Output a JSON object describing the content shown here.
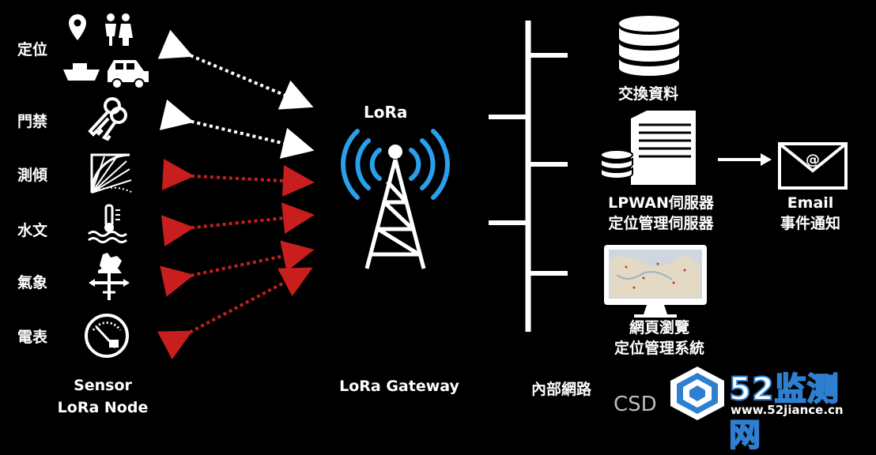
{
  "sensors": [
    {
      "label": "定位",
      "icon": "location-people-vehicles-icon",
      "link": "white"
    },
    {
      "label": "門禁",
      "icon": "keys-icon",
      "link": "white"
    },
    {
      "label": "測傾",
      "icon": "tilt-gauge-icon",
      "link": "red"
    },
    {
      "label": "水文",
      "icon": "water-level-icon",
      "link": "red"
    },
    {
      "label": "氣象",
      "icon": "weather-vane-icon",
      "link": "red"
    },
    {
      "label": "電表",
      "icon": "electric-meter-icon",
      "link": "red"
    }
  ],
  "sensor_caption": {
    "line1": "Sensor",
    "line2": "LoRa Node"
  },
  "gateway": {
    "badge": "LoRa",
    "caption": "LoRa Gateway"
  },
  "network": {
    "caption": "內部網路"
  },
  "servers": {
    "database_caption": "交換資料",
    "server_caption_line1": "LPWAN伺服器",
    "server_caption_line2": "定位管理伺服器",
    "monitor_caption_line1": "網頁瀏覽",
    "monitor_caption_line2": "定位管理系統"
  },
  "email": {
    "line1": "Email",
    "line2": "事件通知",
    "symbol": "@"
  },
  "watermark": {
    "brand": "52监测网",
    "url": "www.52jiance.cn",
    "csdn_text": "CSD"
  },
  "colors": {
    "background": "#000000",
    "lora_blue": "#2aa0ea",
    "link_red": "#c81e1e",
    "link_white": "#ffffff",
    "watermark_blue": "#2f7fd0"
  }
}
